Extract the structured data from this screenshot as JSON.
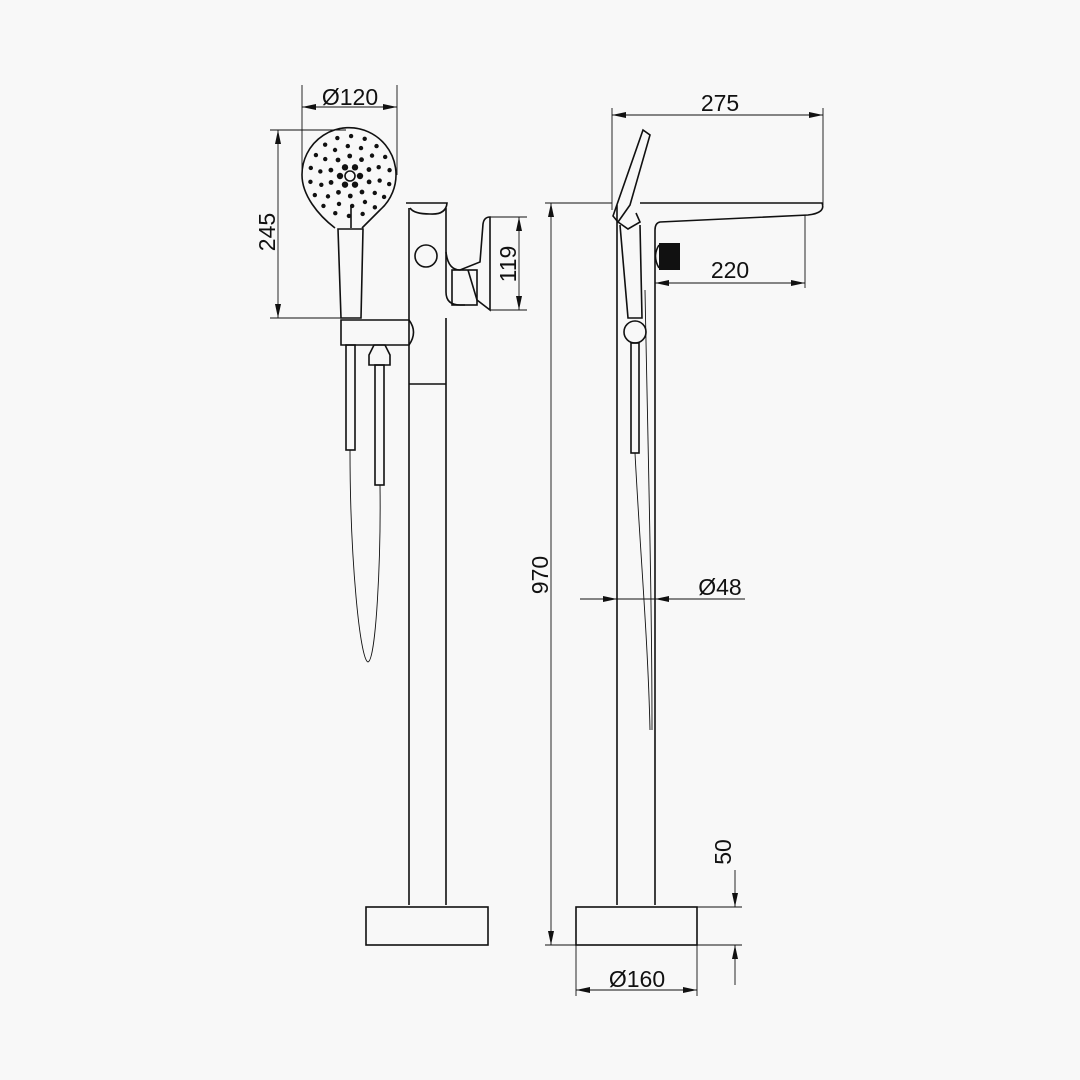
{
  "dimensions": {
    "head_diameter": "Ø120",
    "handshower_length": "245",
    "lever_height": "119",
    "total_reach": "275",
    "spout_reach": "220",
    "total_height": "970",
    "column_diameter": "Ø48",
    "base_height": "50",
    "base_diameter": "Ø160"
  },
  "colors": {
    "background": "#f8f8f8",
    "line": "#111111"
  }
}
